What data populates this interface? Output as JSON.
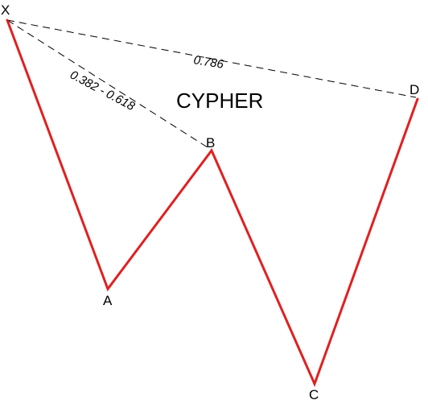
{
  "pattern": {
    "title": "CYPHER",
    "points": {
      "x": "X",
      "a": "A",
      "b": "B",
      "c": "C",
      "d": "D"
    },
    "ratios": {
      "xb": "0.382 - 0.618",
      "xd": "0.786"
    }
  },
  "colors": {
    "legs": "#e02020",
    "ratio_lines": "#000000",
    "background": "#ffffff"
  }
}
